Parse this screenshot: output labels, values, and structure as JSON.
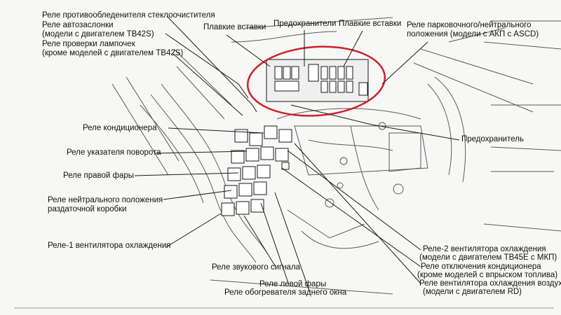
{
  "labels": {
    "washer_relay": "Реле противообледенителя стеклоочистителя",
    "choke_relay": "Реле автозаслонки",
    "choke_relay_note": "(модели с двигателем TB42S)",
    "lamp_check_relay": "Реле проверки лампочек",
    "lamp_check_relay_note": "(кроме моделей с двигателем TB42S)",
    "fusible_links_left": "Плавкие вставки",
    "fuses": "Предохранители",
    "fusible_links_right": "Плавкие вставки",
    "park_neutral_relay": "Реле парковочного/нейтрального",
    "park_neutral_relay_note": "положения (модели с АКП с ASCD)",
    "ac_relay": "Реле кондиционера",
    "turn_signal_relay": "Реле указателя поворота",
    "right_headlamp_relay": "Реле правой фары",
    "fuse": "Предохранитель",
    "transfer_neutral_relay": "Реле нейтрального положения",
    "transfer_neutral_relay_note": "раздаточной коробки",
    "cooling_fan_relay_1": "Реле-1 вентилятора охлаждения",
    "horn_relay": "Реле звукового сигнала",
    "left_headlamp_relay": "Реле левой фары",
    "rear_defogger_relay": "Реле обогревателя заднего окна",
    "cooling_fan_relay_2": "Реле-2 вентилятора охлаждения",
    "cooling_fan_relay_2_note": "(модели с двигателем TB45E с МКП)",
    "ac_cut_relay": "Реле отключения кондиционера",
    "ac_cut_relay_note": "(кроме моделей с впрыском топлива)",
    "air_fan_relay": "Реле вентилятора охлаждения воздуха",
    "air_fan_relay_note": "(модели с двигателем RD)"
  },
  "colors": {
    "highlight": "#d0202c",
    "line": "#1a1a1a",
    "sketch": "#5a5a5a",
    "background": "#f7f7f5"
  }
}
